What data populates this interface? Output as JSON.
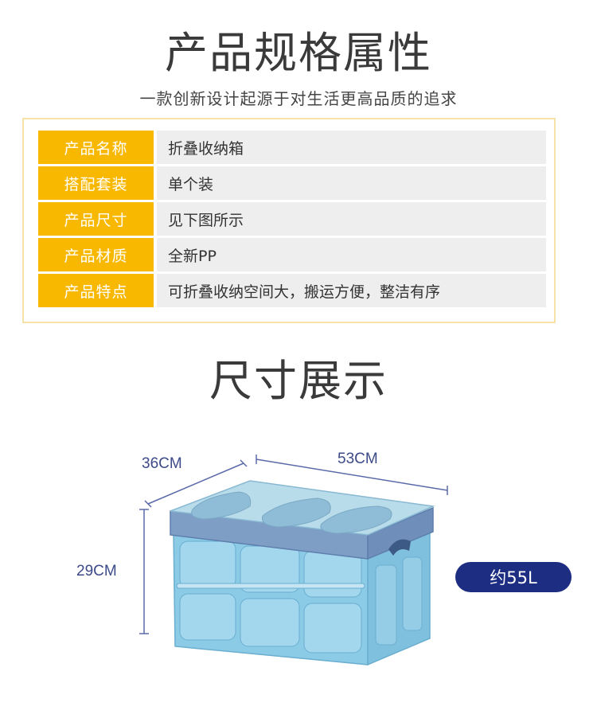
{
  "header": {
    "title": "产品规格属性",
    "subtitle": "一款创新设计起源于对生活更高品质的追求"
  },
  "specs": [
    {
      "label": "产品名称",
      "value": "折叠收纳箱"
    },
    {
      "label": "搭配套装",
      "value": "单个装"
    },
    {
      "label": "产品尺寸",
      "value": "见下图所示"
    },
    {
      "label": "产品材质",
      "value": "全新PP"
    },
    {
      "label": "产品特点",
      "value": "可折叠收纳空间大，搬运方便，整洁有序"
    }
  ],
  "size_section": {
    "title": "尺寸展示",
    "width_label": "36CM",
    "length_label": "53CM",
    "height_label": "29CM",
    "capacity_label": "约55L"
  },
  "colors": {
    "label_bg": "#f9b800",
    "value_bg": "#eeeeee",
    "frame": "#f6e2a6",
    "dimension": "#3c4a88",
    "badge": "#1d2d82",
    "box_body": "#8ccbe6",
    "box_lid": "#b9dcea"
  }
}
